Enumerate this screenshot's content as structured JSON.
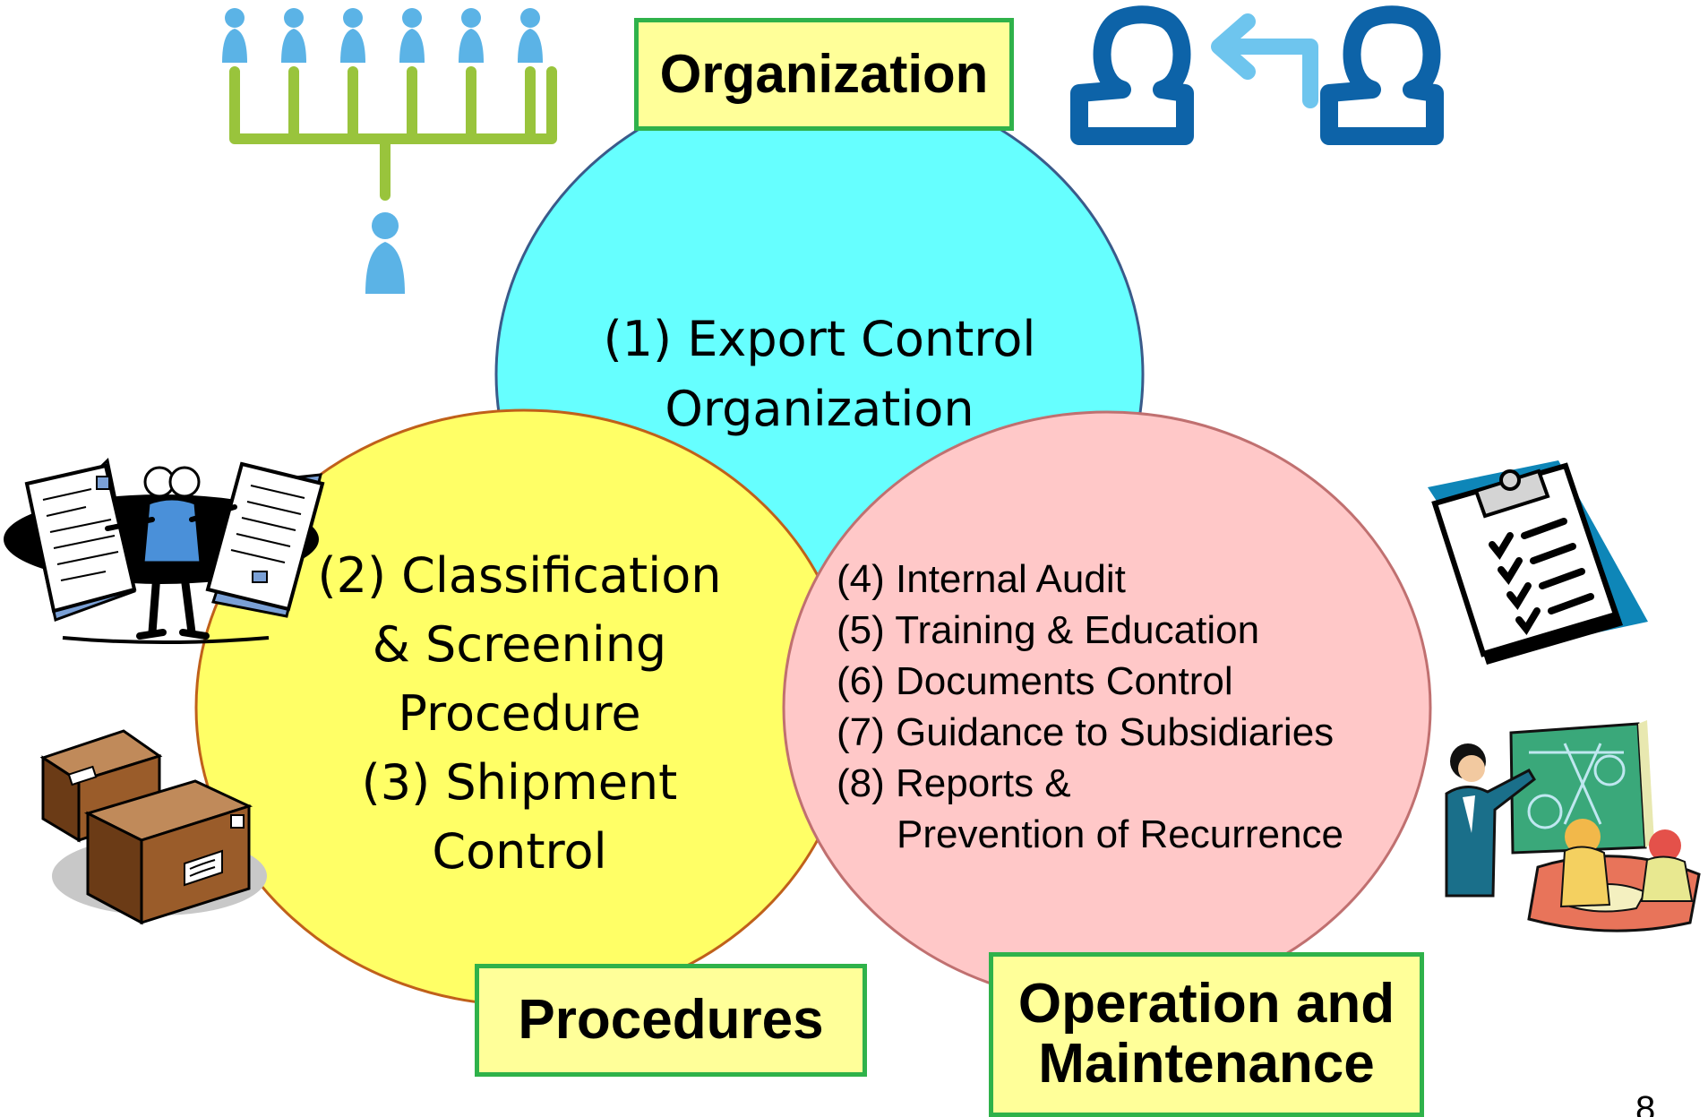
{
  "circles": {
    "organization": {
      "line1": "(1) Export Control",
      "line2": "Organization",
      "fill": "#66ffff"
    },
    "procedures": {
      "line1": "(2) Classification",
      "line2": "& Screening",
      "line3": "Procedure",
      "line4": "(3) Shipment",
      "line5": "Control",
      "fill": "#ffff66"
    },
    "operation": {
      "items": [
        "(4) Internal Audit",
        "(5) Training & Education",
        "(6) Documents Control",
        "(7) Guidance to Subsidiaries",
        "(8) Reports &",
        "Prevention of Recurrence"
      ],
      "fill": "#ffc8c8"
    }
  },
  "labels": {
    "organization": "Organization",
    "procedures": "Procedures",
    "operation_line1": "Operation and",
    "operation_line2": "Maintenance",
    "box_fill": "#ffff99",
    "box_border": "#2fb24a"
  },
  "page_number": "8",
  "icons": [
    "org-hierarchy-icon",
    "user-transfer-icon",
    "document-review-clipart-icon",
    "shipping-boxes-clipart-icon",
    "clipboard-checklist-icon",
    "training-presentation-clipart-icon"
  ]
}
